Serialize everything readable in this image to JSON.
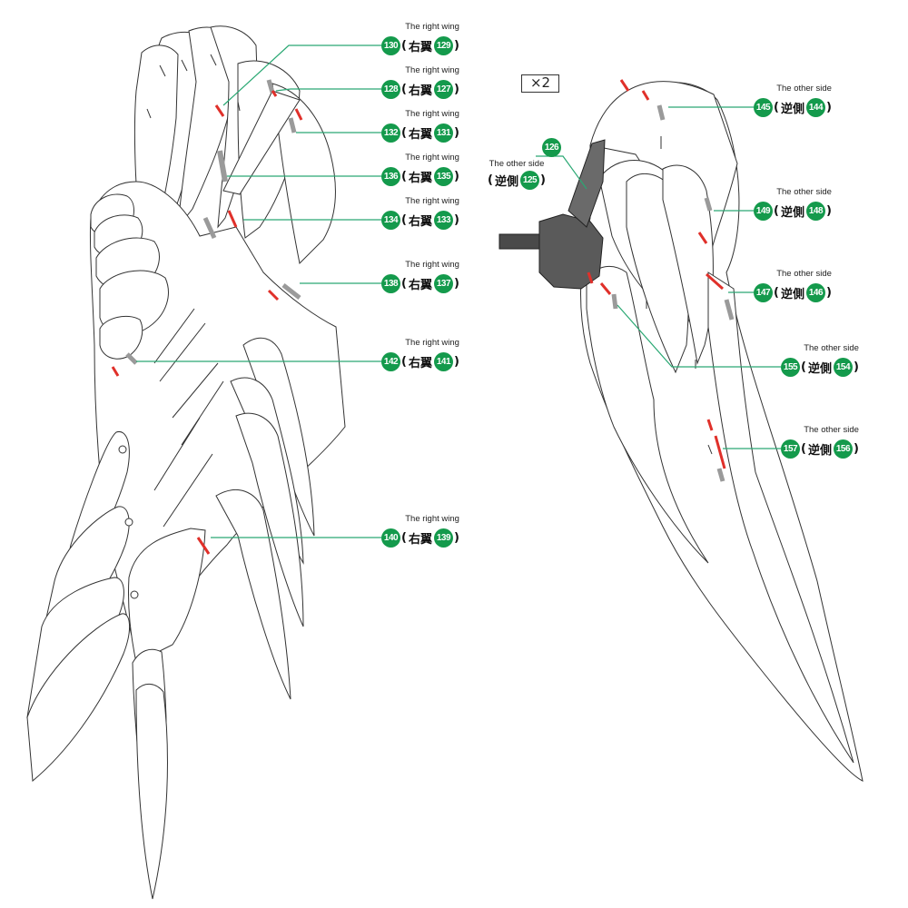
{
  "quantity_label": "×2",
  "left_caption": "The right wing",
  "left_word": "右翼",
  "right_caption": "The other side",
  "right_word": "逆側",
  "left_callouts": [
    {
      "part": "130",
      "ref": "129",
      "caption": "The right wing",
      "word": "右翼"
    },
    {
      "part": "128",
      "ref": "127",
      "caption": "The right wing",
      "word": "右翼"
    },
    {
      "part": "132",
      "ref": "131",
      "caption": "The right wing",
      "word": "右翼"
    },
    {
      "part": "136",
      "ref": "135",
      "caption": "The right wing",
      "word": "右翼"
    },
    {
      "part": "134",
      "ref": "133",
      "caption": "The right wing",
      "word": "右翼"
    },
    {
      "part": "138",
      "ref": "137",
      "caption": "The right wing",
      "word": "右翼"
    },
    {
      "part": "142",
      "ref": "141",
      "caption": "The right wing",
      "word": "右翼"
    },
    {
      "part": "140",
      "ref": "139",
      "caption": "The right wing",
      "word": "右翼"
    }
  ],
  "right_callouts": [
    {
      "part": "126",
      "ref": "125",
      "caption": "The other side",
      "word": "逆側"
    },
    {
      "part": "145",
      "ref": "144",
      "caption": "The other side",
      "word": "逆側"
    },
    {
      "part": "149",
      "ref": "148",
      "caption": "The other side",
      "word": "逆側"
    },
    {
      "part": "147",
      "ref": "146",
      "caption": "The other side",
      "word": "逆側"
    },
    {
      "part": "155",
      "ref": "154",
      "caption": "The other side",
      "word": "逆側"
    },
    {
      "part": "157",
      "ref": "156",
      "caption": "The other side",
      "word": "逆側"
    }
  ],
  "colors": {
    "badge": "#149a4c",
    "leader": "#2aa873",
    "outline": "#333333",
    "red_mark": "#e0302a",
    "grey_mark": "#9a9a9a",
    "joint": "#4a4a4a"
  }
}
